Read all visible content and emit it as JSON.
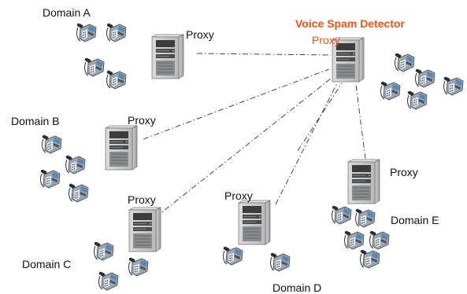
{
  "labels": {
    "domain_a": "Domain A",
    "domain_b": "Domain B",
    "domain_c": "Domain C",
    "domain_d": "Domain D",
    "domain_e": "Domain E",
    "proxy": "Proxy",
    "vsd_title": "Voice Spam Detector",
    "vsd_proxy": "Proxy"
  },
  "colors": {
    "highlight": "#ff4d12",
    "text": "#111111",
    "line": "#333333"
  },
  "icons": {
    "server": "server-tower-icon",
    "phone": "desk-phone-icon"
  }
}
